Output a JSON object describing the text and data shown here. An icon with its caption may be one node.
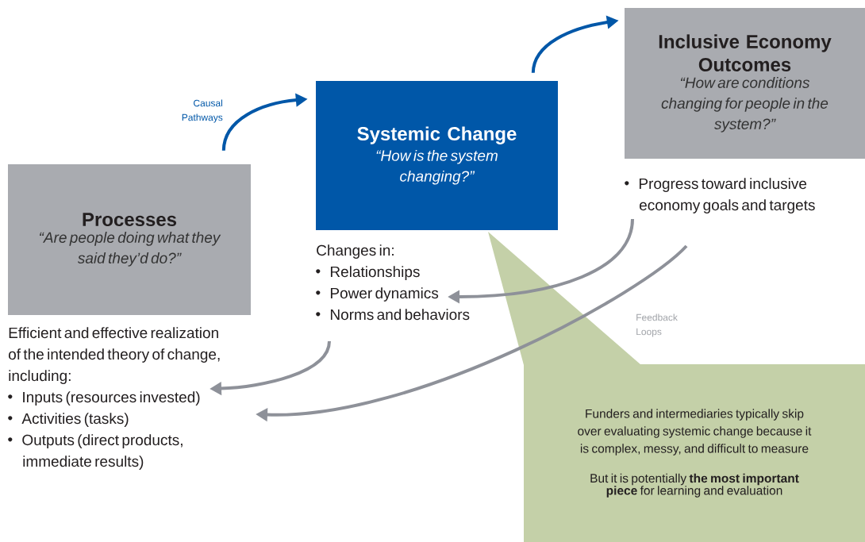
{
  "diagram": {
    "nodes": [
      {
        "text": [
          "Processes",
          "“Are people doing what they said they’d do?”"
        ]
      },
      {
        "text": [
          "Systemic Change",
          "“How is the system changing?”"
        ]
      },
      {
        "text": [
          "Inclusive Economy Outcomes",
          "“How are conditions changing for people in the system?”"
        ]
      },
      {
        "text": [
          "Efficient and effective realization of the intended theory of change, including:",
          "Inputs (resources invested)",
          "Activities (tasks)",
          "Outputs (direct products, immediate results)"
        ]
      },
      {
        "text": [
          "Changes in:",
          "Relationships",
          "Power dynamics",
          "Norms and behaviors"
        ]
      },
      {
        "text": [
          "Progress toward inclusive economy goals and targets"
        ]
      },
      {
        "text": [
          "Funders and intermediaries typically skip over evaluating systemic change because it is complex, messy, and difficult to measure",
          "But it is potentially **the most important piece** for learning and evaluation"
        ]
      }
    ],
    "edges": [
      {
        "from": 0,
        "to": 1,
        "arrow": "to",
        "label": "Causal Pathways",
        "color": "#0057a8"
      },
      {
        "from": 1,
        "to": 2,
        "arrow": "to",
        "color": "#0057a8"
      },
      {
        "from": 5,
        "to": 4,
        "arrow": "to"
      },
      {
        "from": 5,
        "to": 3,
        "arrow": "to",
        "label": "Feedback Loops"
      },
      {
        "from": 4,
        "to": 3,
        "arrow": "to"
      }
    ]
  }
}
